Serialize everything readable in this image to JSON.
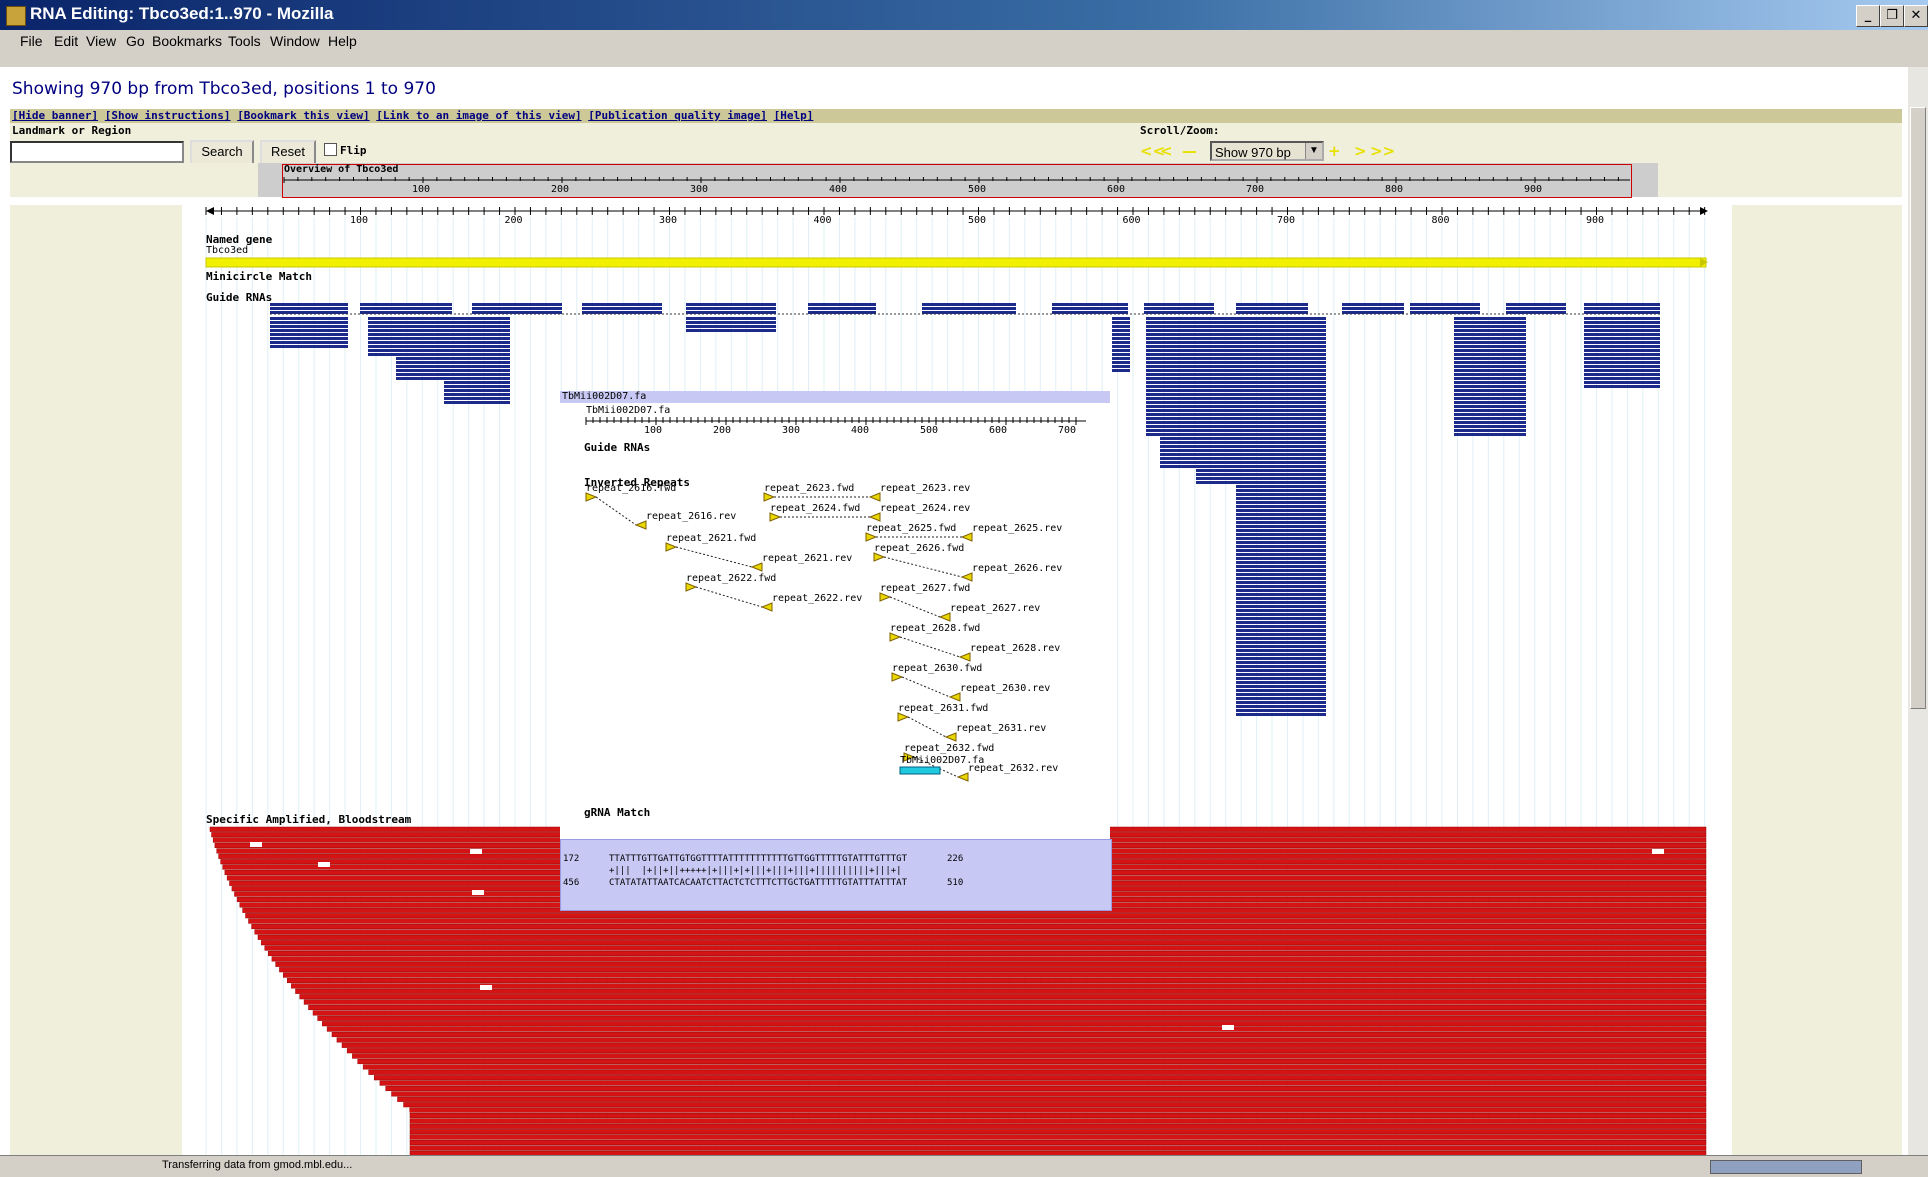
{
  "window": {
    "title": "RNA Editing: Tbco3ed:1..970 - Mozilla",
    "buttons": [
      "_",
      "❐",
      "✕"
    ]
  },
  "menu": [
    "File",
    "Edit",
    "View",
    "Go",
    "Bookmarks",
    "Tools",
    "Window",
    "Help"
  ],
  "status": {
    "text": "Transferring data from gmod.mbl.edu..."
  },
  "page": {
    "heading": "Showing 970 bp from Tbco3ed, positions 1 to 970",
    "banner_links": [
      "[Hide banner]",
      "[Show instructions]",
      "[Bookmark this view]",
      "[Link to an image of this view]",
      "[Publication quality image]",
      "[Help]"
    ],
    "landmark_label": "Landmark or Region",
    "landmark_value": "",
    "search_label": "Search",
    "reset_label": "Reset",
    "flip_label": "Flip",
    "scroll_zoom_label": "Scroll/Zoom:",
    "zoom_buttons": [
      "<<",
      "<",
      "—",
      "+",
      ">",
      ">>"
    ],
    "zoom_select": "Show 970 bp",
    "overview_label": "Overview of Tbco3ed",
    "overview_ticks": [
      "100",
      "200",
      "300",
      "400",
      "500",
      "600",
      "700",
      "800",
      "900"
    ],
    "main_ticks": [
      "100",
      "200",
      "300",
      "400",
      "500",
      "600",
      "700",
      "800",
      "900"
    ]
  },
  "tracks": {
    "named_gene": "Named gene",
    "gene_name": "Tbco3ed",
    "minicircle": "Minicircle Match",
    "guide_rnas": "Guide RNAs",
    "amplified": "Specific Amplified, Bloodstream"
  },
  "popup": {
    "title": "TbMii002D07.fa",
    "sub_title": "TbMii002D07.fa",
    "ticks": [
      "100",
      "200",
      "300",
      "400",
      "500",
      "600",
      "700"
    ],
    "guide_label": "Guide RNAs",
    "inverted_label": "Inverted Repeats",
    "grna_label": "gRNA Match",
    "grna_feature": "TbMii002D07.fa",
    "repeats": [
      "repeat_2616.fwd",
      "repeat_2616.rev",
      "repeat_2621.fwd",
      "repeat_2621.rev",
      "repeat_2622.fwd",
      "repeat_2622.rev",
      "repeat_2623.fwd",
      "repeat_2623.rev",
      "repeat_2624.fwd",
      "repeat_2624.rev",
      "repeat_2625.fwd",
      "repeat_2625.rev",
      "repeat_2626.fwd",
      "repeat_2626.rev",
      "repeat_2627.fwd",
      "repeat_2627.rev",
      "repeat_2628.fwd",
      "repeat_2628.rev",
      "repeat_2630.fwd",
      "repeat_2630.rev",
      "repeat_2631.fwd",
      "repeat_2631.rev",
      "repeat_2632.fwd",
      "repeat_2632.rev"
    ],
    "align_top_start": "172",
    "align_top_seq": "TTATTTGTTGATTGTGGTTTTATTTTTTTTTTTGTTGGTTTTTGTATTTGTTTGT",
    "align_top_end": "226",
    "align_mid": "+|||  |+||+||+++++|+|||+|+|||+|||+|||+||||||||||+|||+|",
    "align_bot_start": "456",
    "align_bot_seq": "CTATATATTAATCACAATCTTACTCTCTTTCTTGCTGATTTTTGTATTTATTTAT",
    "align_bot_end": "510"
  },
  "colors": {
    "gene": "#f0f000",
    "guide": "#1c2a8c",
    "amplified": "#d41414",
    "grna": "#20c8e0",
    "repeat": "#e8d800",
    "link": "#000080"
  }
}
